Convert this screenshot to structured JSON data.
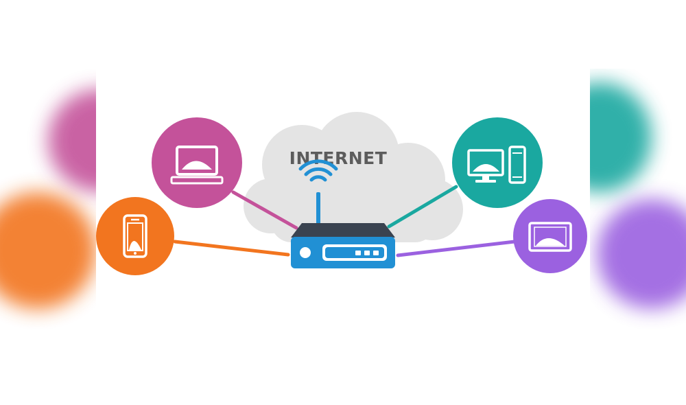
{
  "diagram": {
    "cloud_label": "INTERNET",
    "colors": {
      "laptop": "#c4529a",
      "phone": "#f2751f",
      "desktop": "#1aa8a0",
      "tablet": "#9b61e0",
      "router": "#2190d4",
      "router_dark": "#3a4350",
      "cloud": "#e4e4e4"
    },
    "nodes": [
      {
        "name": "laptop",
        "icon": "laptop-icon"
      },
      {
        "name": "phone",
        "icon": "smartphone-icon"
      },
      {
        "name": "desktop",
        "icon": "desktop-computer-icon"
      },
      {
        "name": "tablet",
        "icon": "tablet-icon"
      }
    ],
    "hub": {
      "name": "router",
      "icon": "wifi-router-icon"
    }
  }
}
